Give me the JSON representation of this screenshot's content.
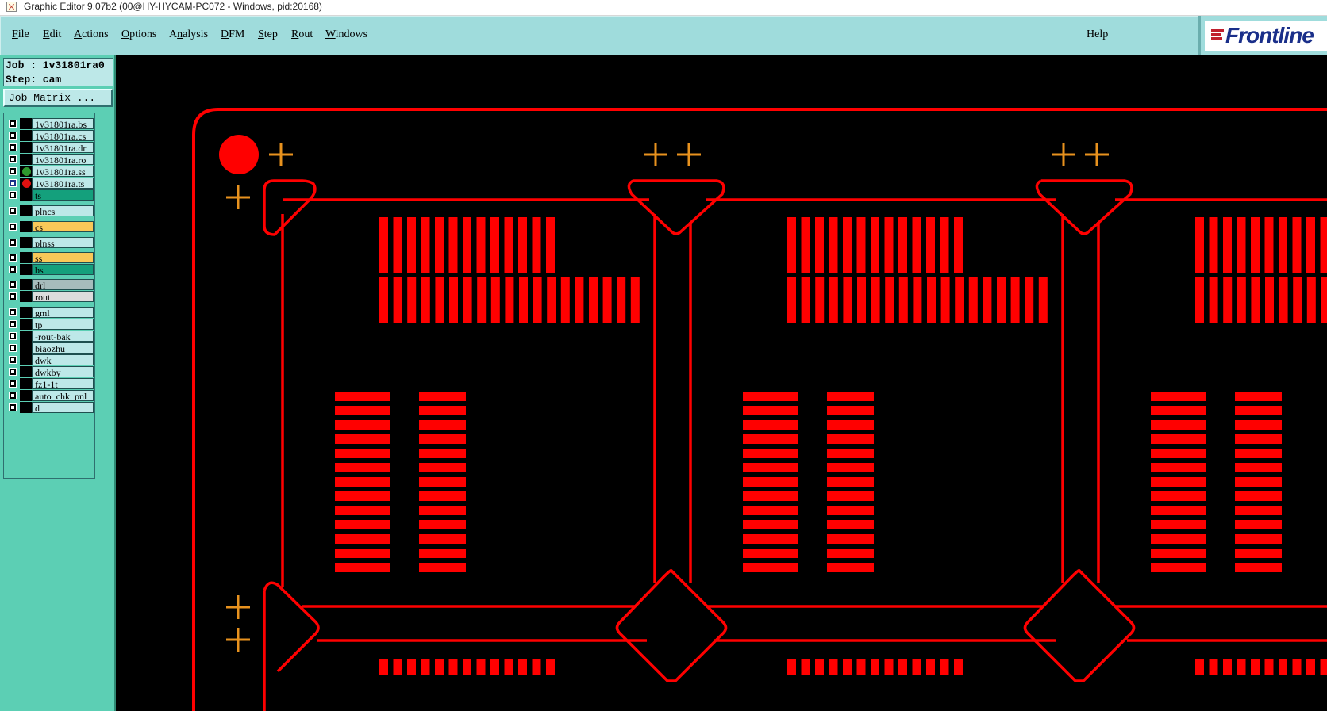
{
  "window": {
    "title": "Graphic Editor 9.07b2 (00@HY-HYCAM-PC072 - Windows, pid:20168)"
  },
  "menu": {
    "items": [
      {
        "label": "File",
        "underline": "F"
      },
      {
        "label": "Edit",
        "underline": "E"
      },
      {
        "label": "Actions",
        "underline": "A"
      },
      {
        "label": "Options",
        "underline": "O"
      },
      {
        "label": "Analysis",
        "underline": "n"
      },
      {
        "label": "DFM",
        "underline": "D"
      },
      {
        "label": "Step",
        "underline": "S"
      },
      {
        "label": "Rout",
        "underline": "R"
      },
      {
        "label": "Windows",
        "underline": "W"
      }
    ],
    "help": "Help"
  },
  "brand": {
    "logo_text": "Frontline",
    "logo_icon": "frontline-logo-icon"
  },
  "job": {
    "job_label": "Job : 1v31801ra0",
    "step_label": "Step: cam",
    "matrix_button": "Job Matrix ..."
  },
  "layers": [
    {
      "name": "1v31801ra.bs",
      "bg": "#bde8e8",
      "dot": "",
      "selected": false
    },
    {
      "name": "1v31801ra.cs",
      "bg": "#bde8e8",
      "dot": "",
      "selected": false
    },
    {
      "name": "1v31801ra.dr",
      "bg": "#bde8e8",
      "dot": "",
      "selected": false
    },
    {
      "name": "1v31801ra.ro",
      "bg": "#bde8e8",
      "dot": "",
      "selected": false
    },
    {
      "name": "1v31801ra.ss",
      "bg": "#bde8e8",
      "dot": "#2e9a2e",
      "selected": false
    },
    {
      "name": "1v31801ra.ts",
      "bg": "#bde8e8",
      "dot": "#e01010",
      "selected": true
    },
    {
      "name": "ts",
      "bg": "#14a07c",
      "dot": "",
      "selected": false
    },
    {
      "name": "plncs",
      "bg": "#bde8e8",
      "dot": "",
      "selected": false
    },
    {
      "name": "cs",
      "bg": "#f9c858",
      "dot": "",
      "selected": false
    },
    {
      "name": "plnss",
      "bg": "#bde8e8",
      "dot": "",
      "selected": false
    },
    {
      "name": "ss",
      "bg": "#f9c858",
      "dot": "",
      "selected": false
    },
    {
      "name": "bs",
      "bg": "#14a07c",
      "dot": "",
      "selected": false
    },
    {
      "name": "drl",
      "bg": "#a6bcbc",
      "dot": "",
      "selected": false
    },
    {
      "name": "rout",
      "bg": "#dcdcdc",
      "dot": "",
      "selected": false
    },
    {
      "name": "gml",
      "bg": "#bde8e8",
      "dot": "",
      "selected": false
    },
    {
      "name": "tp",
      "bg": "#bde8e8",
      "dot": "",
      "selected": false
    },
    {
      "name": "-rout-bak",
      "bg": "#bde8e8",
      "dot": "",
      "selected": false
    },
    {
      "name": "biaozhu",
      "bg": "#bde8e8",
      "dot": "",
      "selected": false
    },
    {
      "name": "dwk",
      "bg": "#bde8e8",
      "dot": "",
      "selected": false
    },
    {
      "name": "dwkby",
      "bg": "#bde8e8",
      "dot": "",
      "selected": false
    },
    {
      "name": "fz1-1t",
      "bg": "#bde8e8",
      "dot": "",
      "selected": false
    },
    {
      "name": "auto_chk_pnl",
      "bg": "#bde8e8",
      "dot": "",
      "selected": false
    },
    {
      "name": "d",
      "bg": "#bde8e8",
      "dot": "",
      "selected": false
    }
  ],
  "graphics": {
    "feature_color": "#ff0000",
    "marker_color": "#e8921e",
    "background": "#000000"
  }
}
